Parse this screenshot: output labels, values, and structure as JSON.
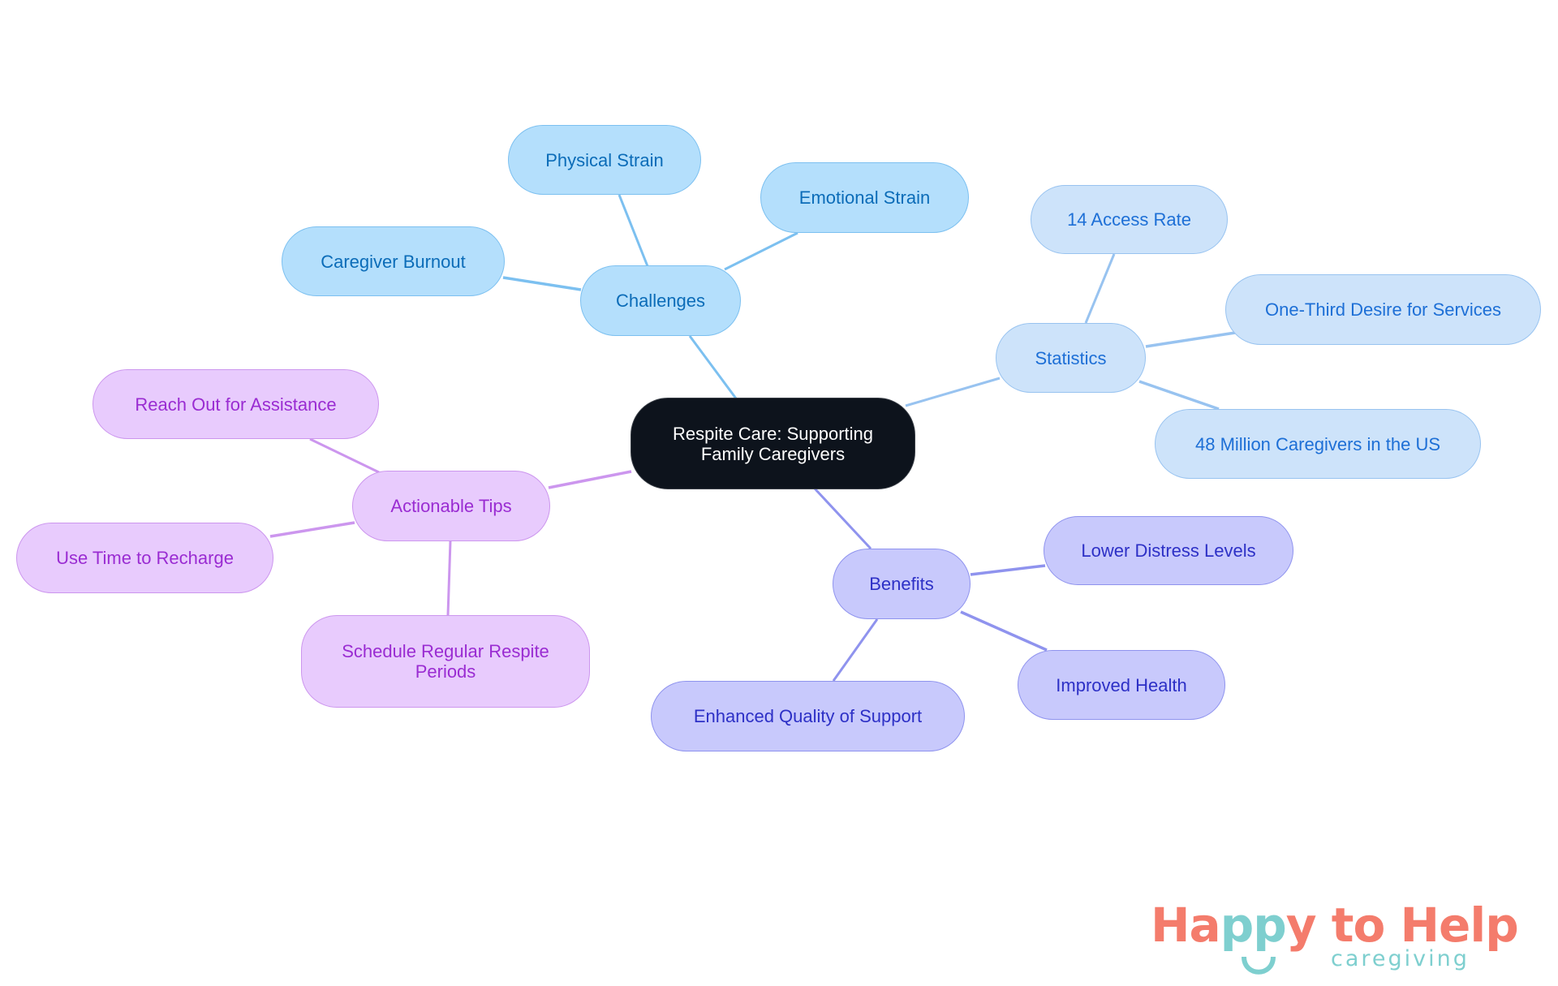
{
  "diagram": {
    "root": {
      "label": "Respite Care: Supporting Family Caregivers"
    },
    "branches": [
      {
        "label": "Challenges",
        "color": "#7cc0f0",
        "children": [
          "Physical Strain",
          "Emotional Strain",
          "Caregiver Burnout"
        ]
      },
      {
        "label": "Statistics",
        "color": "#98c3f0",
        "children": [
          "14 Access Rate",
          "One-Third Desire for Services",
          "48 Million Caregivers in the US"
        ]
      },
      {
        "label": "Benefits",
        "color": "#8f93ee",
        "children": [
          "Lower Distress Levels",
          "Improved Health",
          "Enhanced Quality of Support"
        ]
      },
      {
        "label": "Actionable Tips",
        "color": "#cc96ee",
        "children": [
          "Reach Out for Assistance",
          "Use Time to Recharge",
          "Schedule Regular Respite Periods"
        ]
      }
    ]
  },
  "logo": {
    "part1": "Ha",
    "part2": "pp",
    "part3": "y to Help",
    "subtitle": "caregiving",
    "coral": "#f47c6c",
    "teal": "#7ecfcf"
  }
}
